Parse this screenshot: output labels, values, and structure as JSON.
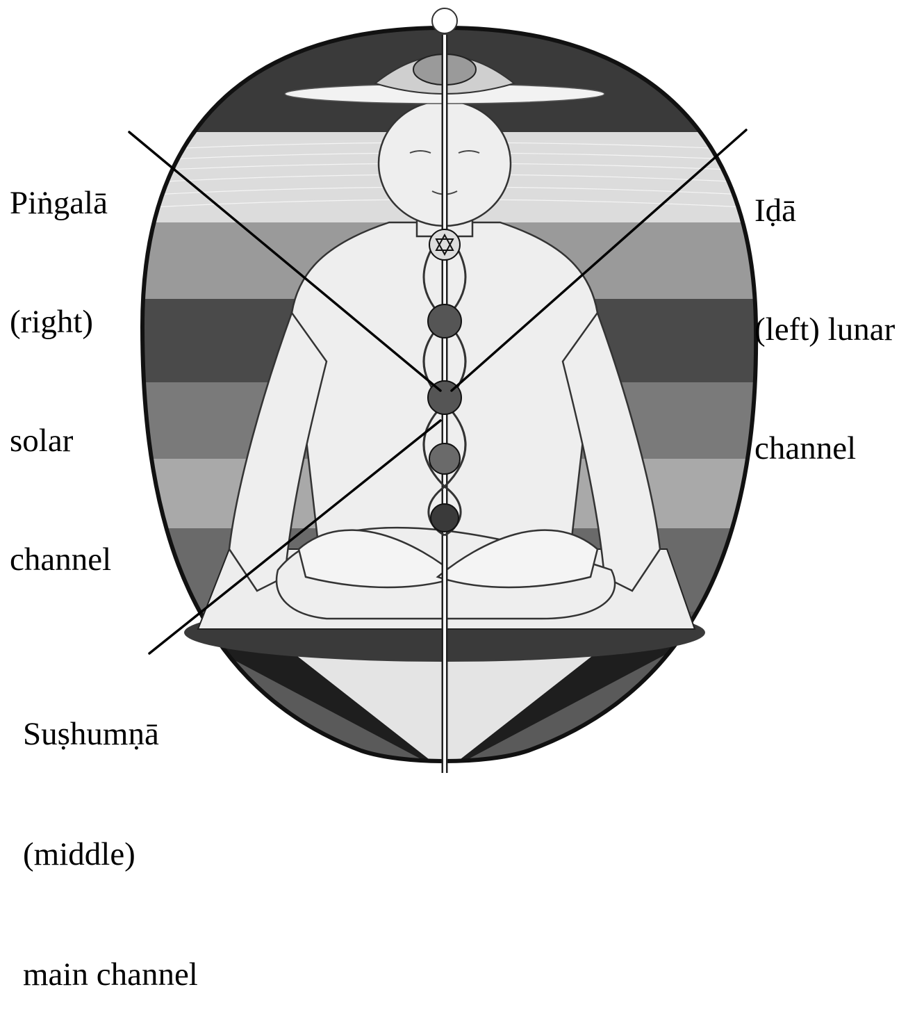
{
  "labels": {
    "pingala": {
      "name": "Piṅgalā",
      "side": "(right)",
      "kind": "solar",
      "word": "channel"
    },
    "ida": {
      "name": "Iḍā",
      "side_kind": "(left) lunar",
      "word": "channel"
    },
    "sushumna": {
      "name": "Suṣhumṇā",
      "side": "(middle)",
      "kind": "main channel"
    }
  },
  "colors": {
    "ink": "#111111",
    "band_dark": "#4a4a4a",
    "band_mid": "#7a7a7a",
    "band_light": "#b5b5b5",
    "figure": "#ececec"
  },
  "icons": [
    "lotus-icon",
    "star-of-david-icon",
    "chakra-icon"
  ]
}
